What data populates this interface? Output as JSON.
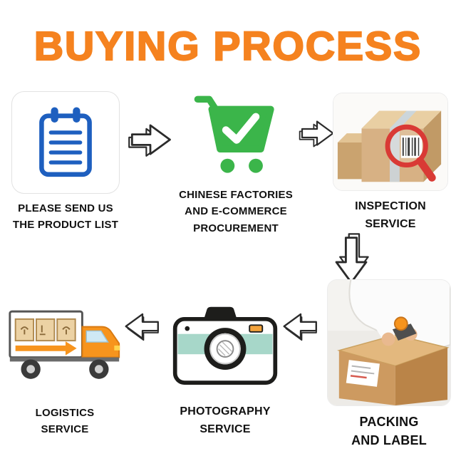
{
  "title": "BUYING PROCESS",
  "colors": {
    "title_orange": "#F5821F",
    "clipboard_blue": "#1E5FBF",
    "cart_green": "#3BB54A",
    "magnifier_red": "#D93A35",
    "camera_mint": "#A7D7C9",
    "truck_orange": "#F7941D",
    "label_black": "#111111",
    "arrow_outline": "#2B2B2B"
  },
  "steps": {
    "product_list": {
      "icon": "clipboard-icon",
      "line1": "PLEASE SEND US",
      "line2": "THE PRODUCT LIST"
    },
    "procurement": {
      "icon": "cart-check-icon",
      "line1": "CHINESE FACTORIES",
      "line2": "AND E-COMMERCE",
      "line3": "PROCUREMENT"
    },
    "inspection": {
      "icon": "boxes-magnifier-icon",
      "line1": "INSPECTION",
      "line2": "SERVICE"
    },
    "packing": {
      "icon": "person-packing-box-icon",
      "line1": "PACKING",
      "line2": "AND LABEL"
    },
    "photography": {
      "icon": "camera-icon",
      "line1": "PHOTOGRAPHY",
      "line2": "SERVICE"
    },
    "logistics": {
      "icon": "delivery-truck-icon",
      "line1": "LOGISTICS",
      "line2": "SERVICE"
    }
  },
  "flow": {
    "arrow1": "arrow-right-icon",
    "arrow2": "arrow-right-icon",
    "arrow3": "arrow-down-icon",
    "arrow4": "arrow-left-icon",
    "arrow5": "arrow-left-icon"
  }
}
